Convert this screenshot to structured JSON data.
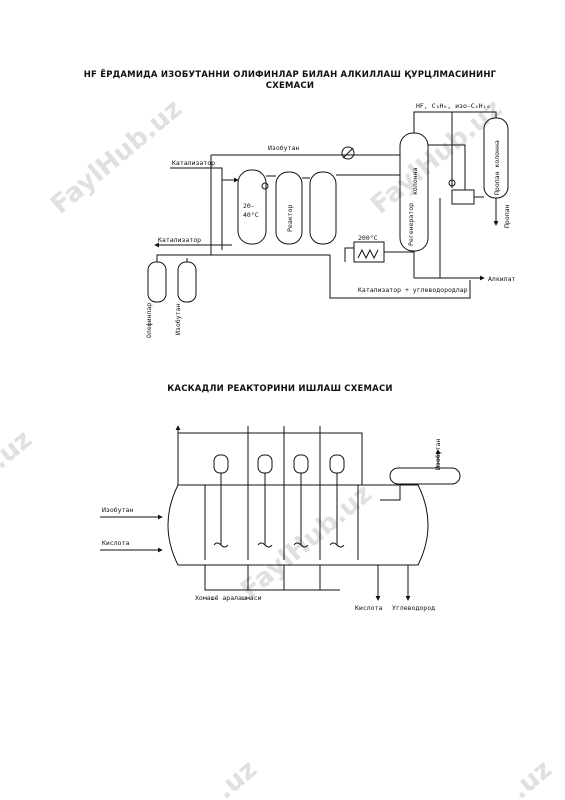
{
  "diagram1": {
    "title_line1": "НF ЁРДАМИДА ИЗОБУТАННИ ОЛИФИНЛАР БИЛАН АЛКИЛЛАШ ҚУРЦЛМАСИНИНГ",
    "title_line2": "СХЕМАСИ",
    "labels": {
      "izobutan_top": "Изобутан",
      "katalizator_top": "Катализатор",
      "katalizator_mid": "Катализатор",
      "temp": "20-",
      "temp2": "40°С",
      "reaktor": "Реактор",
      "kolonna": "колонна",
      "regenerator": "Регенератор",
      "temp200": "200°С",
      "hf_line": "НF, С₃Н₈, изо-С₄Н₁₀",
      "propan_kolonna": "Пропан колонна",
      "propan": "Пропан",
      "alkilat": "Алкилат",
      "katalizator_bottom": "Катализатор + углеводородлар",
      "olefinlar": "Олефинлар",
      "izobutan_feed": "Изобутан"
    }
  },
  "diagram2": {
    "title": "КАСКАДЛИ РЕАКТОРИНИ ИШЛАШ СХЕМАСИ",
    "labels": {
      "izobutan_out": "Изобутан",
      "izobutan_in": "Изобутан",
      "kislota_in": "Кислота",
      "homashe": "Хомашё аралашмаси",
      "kislota_out": "Кислота",
      "uglevodorod": "Углеводород"
    }
  },
  "watermark": "FaylHub.uz",
  "watermark_partial": ".uz"
}
